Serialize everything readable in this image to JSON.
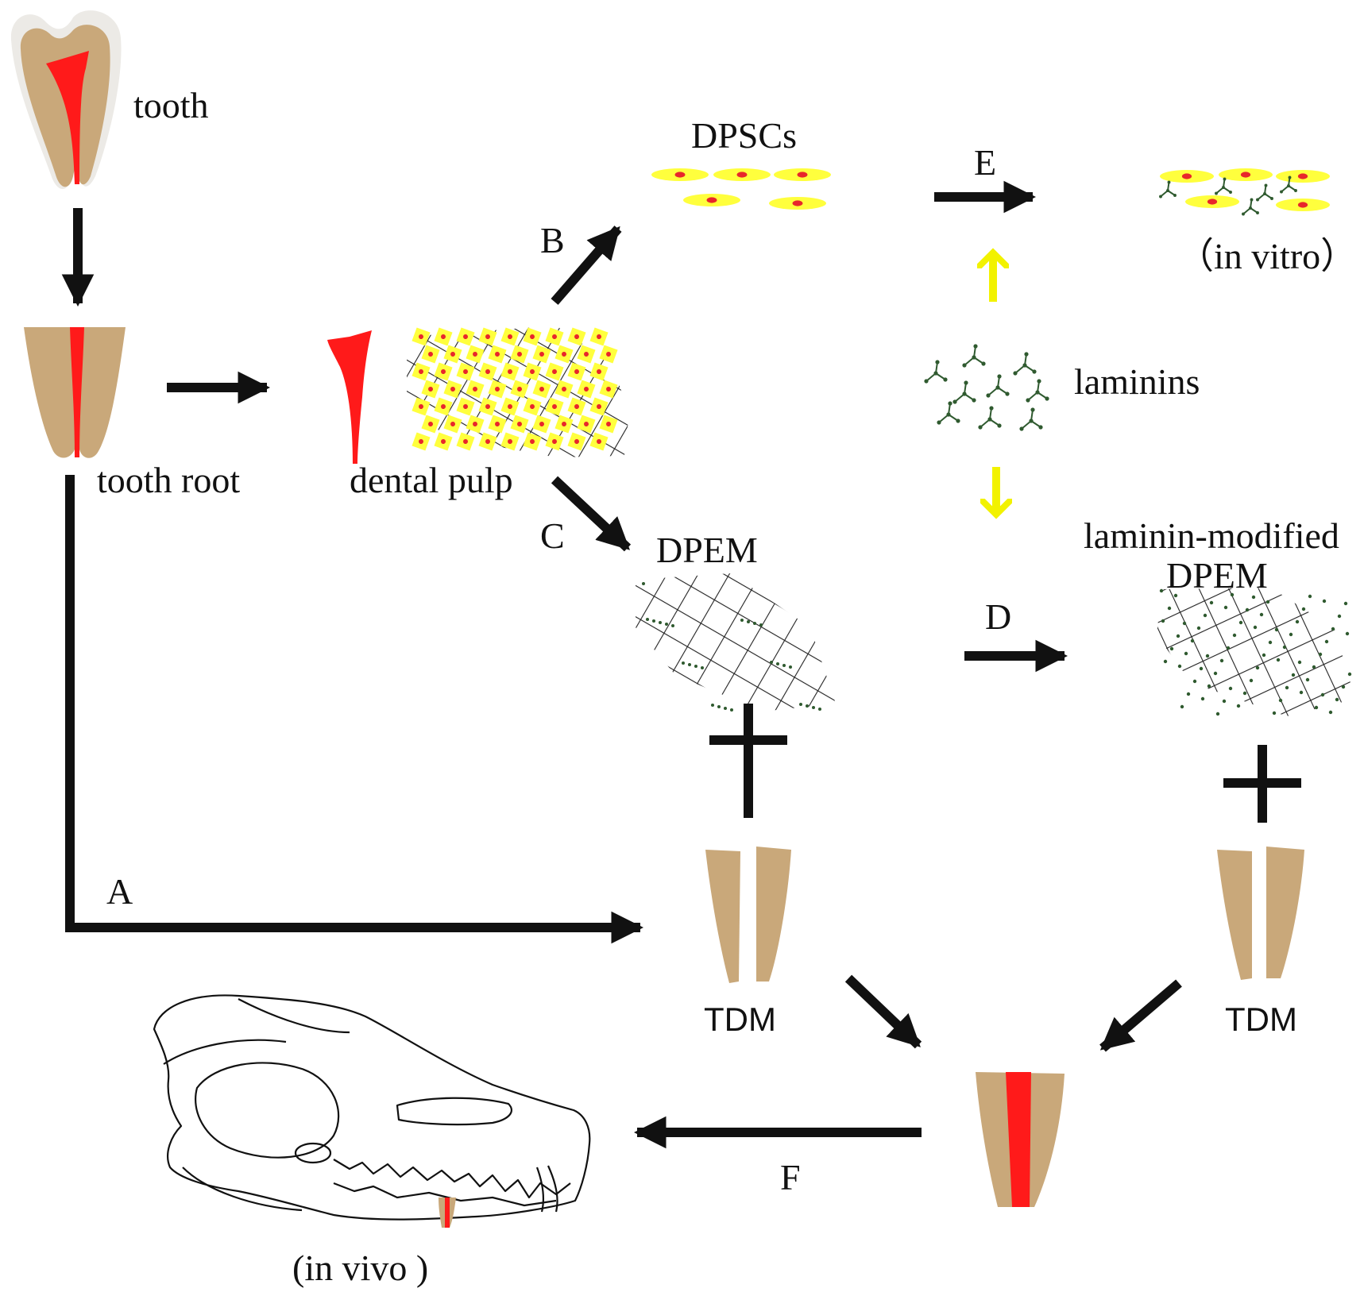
{
  "labels": {
    "tooth": "tooth",
    "tooth_root": "tooth root",
    "dental_pulp": "dental pulp",
    "dpscs": "DPSCs",
    "in_vitro": "（in vitro）",
    "laminins": "laminins",
    "dpem": "DPEM",
    "laminin_modified_line1": "laminin-modified",
    "laminin_modified_line2": "DPEM",
    "tdm_left": "TDM",
    "tdm_right": "TDM",
    "in_vivo": "(in vivo )"
  },
  "steps": {
    "a": "A",
    "b": "B",
    "c": "C",
    "d": "D",
    "e": "E",
    "f": "F"
  },
  "colors": {
    "dentin": "#c9a87a",
    "pulp": "#ff1a1a",
    "cell_body": "#ffff3d",
    "cell_nucleus": "#e8262b",
    "laminin": "#2f5a2f",
    "arrow": "#111111",
    "laminin_arrow": "#f2f200",
    "mesh": "#222222"
  }
}
